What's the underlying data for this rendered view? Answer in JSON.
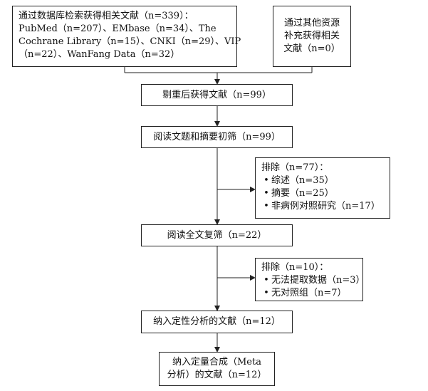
{
  "boxes": {
    "database_search": {
      "lines": [
        "通过数据库检索获得相关文献（n=339）：",
        "PubMed（n=207）、EMbase（n=34）、The",
        "Cochrane Library（n=15）、CNKI（n=29）、VIP",
        "（n=22）、WanFang Data（n=32）"
      ]
    },
    "other_sources": {
      "lines": [
        "通过其他资源",
        "补充获得相关",
        "文献（n=0）"
      ]
    },
    "after_dedup": {
      "text": "剔重后获得文献（n=99）"
    },
    "title_abstract": {
      "text": "阅读文题和摘要初筛（n=99）"
    },
    "exclude_1": {
      "title": "排除（n=77）：",
      "items": [
        "综述（n=35）",
        "摘要（n=25）",
        "非病例对照研究（n=17）"
      ]
    },
    "fulltext": {
      "text": "阅读全文复筛（n=22）"
    },
    "exclude_2": {
      "title": "排除（n=10）：",
      "items": [
        "无法提取数据（n=3）",
        "无对照组（n=7）"
      ]
    },
    "qualitative": {
      "text": "纳入定性分析的文献（n=12）"
    },
    "quantitative": {
      "lines": [
        "纳入定量合成（Meta",
        "分析）的文献（n=12）"
      ]
    }
  },
  "bullet_glyph": "•"
}
